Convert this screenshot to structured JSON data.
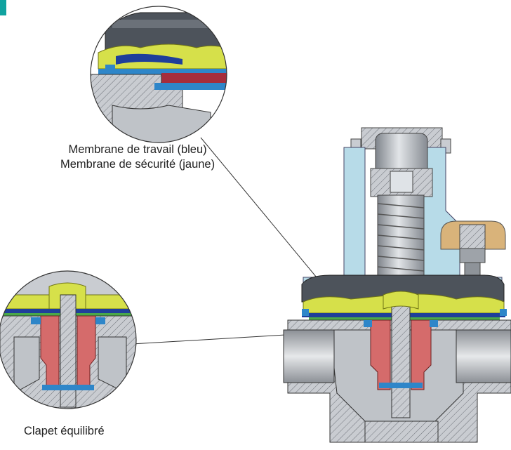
{
  "labels": {
    "membrane_work": "Membrane de travail (bleu)",
    "membrane_safety": "Membrane de sécurité (jaune)",
    "balanced_valve": "Clapet équilibré"
  },
  "colors": {
    "accent": "#10a3a0",
    "body": "#c7cacf",
    "housing_section": "#b7dbe8",
    "safety_membrane": "#d6e04a",
    "work_membrane": "#1f3f9a",
    "seal_blue": "#2e86c9",
    "valve_red": "#d56b6b",
    "green_layer": "#4aa84a"
  }
}
